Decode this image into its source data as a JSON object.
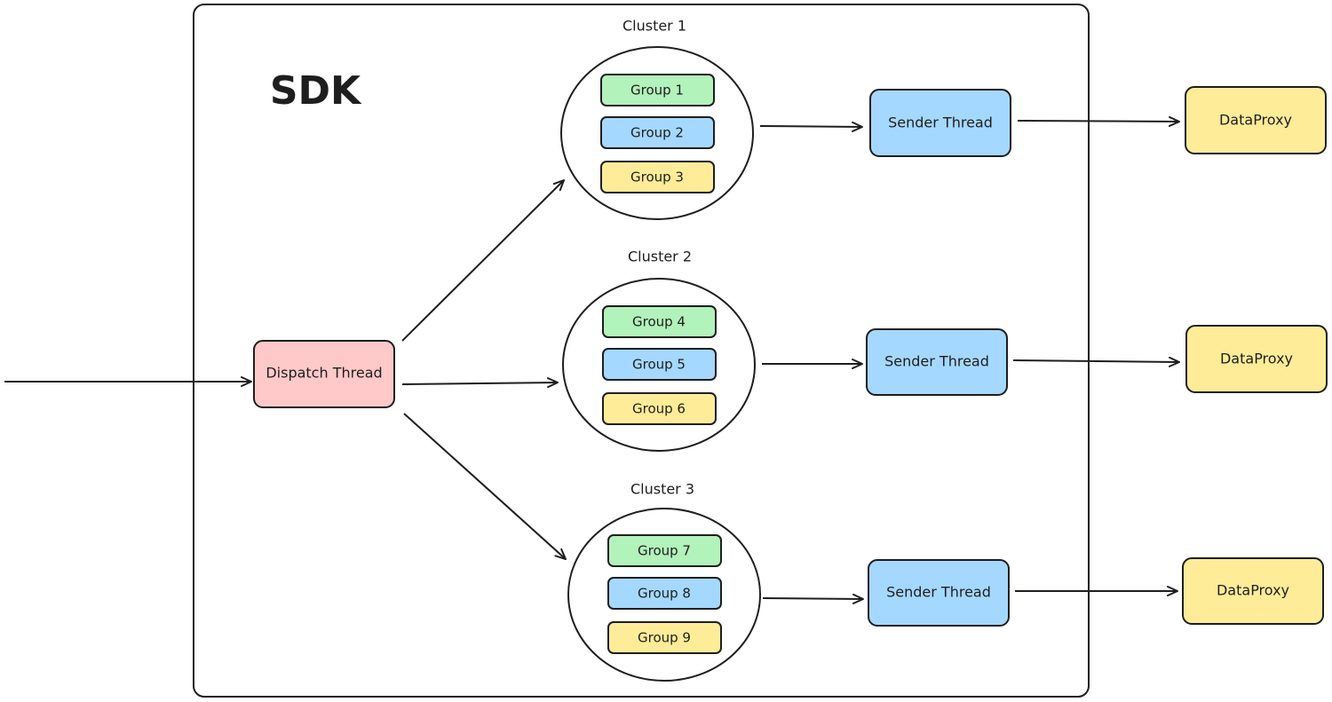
{
  "colors": {
    "stroke": "#1e1e1e",
    "dispatch_fill": "#ffc9c9",
    "green_fill": "#b2f2bb",
    "blue_fill": "#a5d8ff",
    "yellow_fill": "#ffec99",
    "circle_fill": "#ffffff"
  },
  "sdk": {
    "title": "SDK"
  },
  "dispatch": {
    "label": "Dispatch Thread"
  },
  "clusters": [
    {
      "title": "Cluster 1",
      "groups": [
        "Group 1",
        "Group 2",
        "Group 3"
      ],
      "sender": "Sender Thread",
      "proxy": "DataProxy"
    },
    {
      "title": "Cluster 2",
      "groups": [
        "Group 4",
        "Group 5",
        "Group 6"
      ],
      "sender": "Sender Thread",
      "proxy": "DataProxy"
    },
    {
      "title": "Cluster 3",
      "groups": [
        "Group 7",
        "Group 8",
        "Group 9"
      ],
      "sender": "Sender Thread",
      "proxy": "DataProxy"
    }
  ]
}
